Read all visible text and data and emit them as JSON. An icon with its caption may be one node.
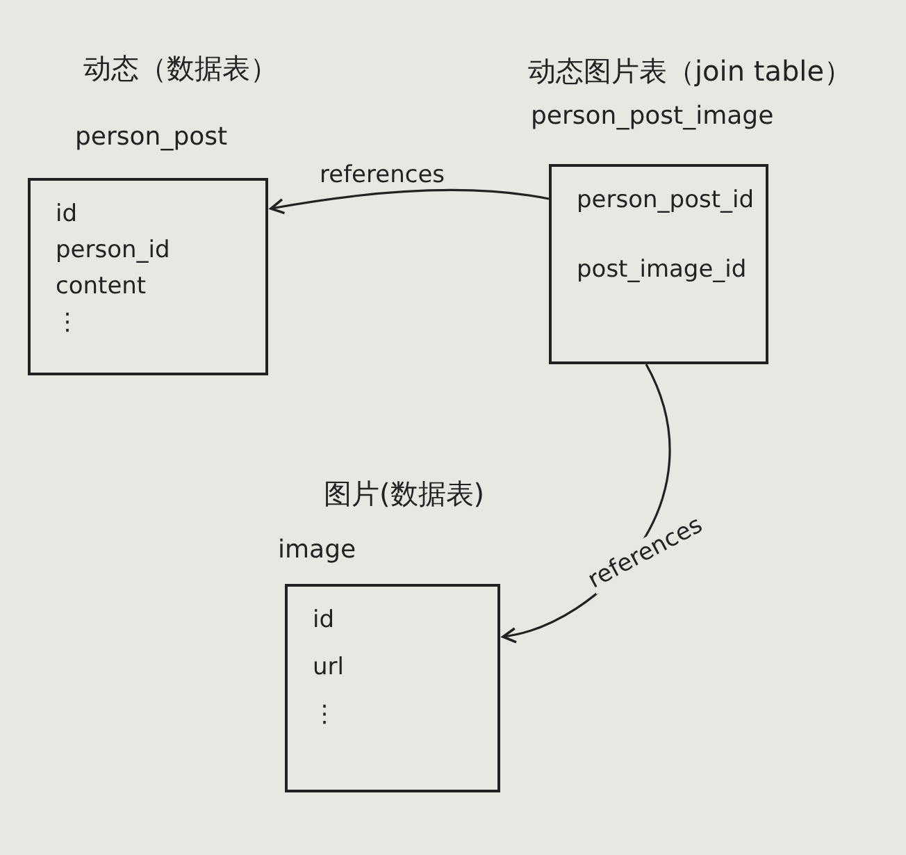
{
  "diagram": {
    "nodes": [
      {
        "text": [
          "动态（数据表）",
          "person_post",
          "id",
          "person_id",
          "content",
          "⋮"
        ]
      },
      {
        "text": [
          "动态图片表（join table）",
          "person_post_image",
          "person_post_id",
          "post_image_id"
        ]
      },
      {
        "text": [
          "图片(数据表)",
          "image",
          "id",
          "url",
          "⋮"
        ]
      }
    ],
    "edges": [
      {
        "from": 1,
        "to": 0,
        "arrow": "to",
        "label": "references"
      },
      {
        "from": 1,
        "to": 2,
        "arrow": "to",
        "label": "references"
      }
    ]
  }
}
